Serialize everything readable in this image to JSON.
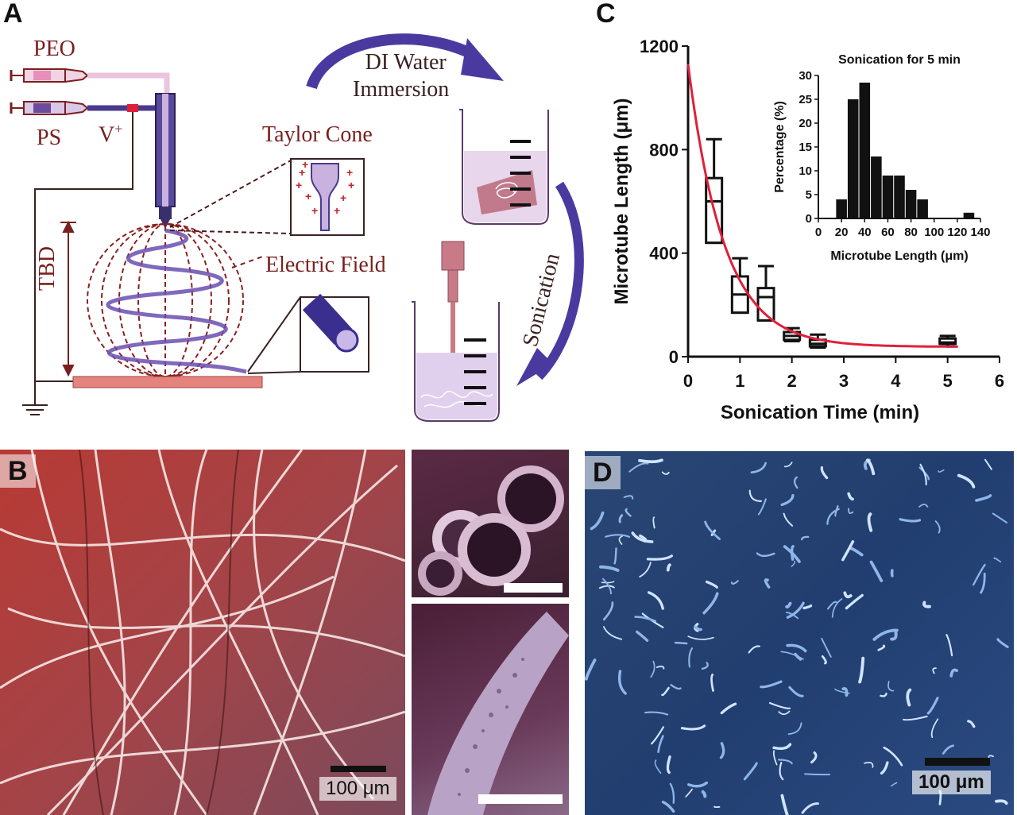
{
  "panels": {
    "a": {
      "letter": "A",
      "labels": {
        "peo": "PEO",
        "ps": "PS",
        "voltage": "V",
        "voltage_sup": "+",
        "taylor_cone": "Taylor Cone",
        "electric_field": "Electric Field",
        "tbd": "TBD",
        "di_water_line1": "DI Water",
        "di_water_line2": "Immersion",
        "sonication": "Sonication"
      }
    },
    "b": {
      "letter": "B",
      "scalebar_label": "100 μm"
    },
    "c": {
      "letter": "C"
    },
    "d": {
      "letter": "D",
      "scalebar_label": "100 μm"
    }
  },
  "colors": {
    "ps_purple": "#4a3a8e",
    "peo_pink": "#e8b9d6",
    "curve_red": "#e0203a",
    "dark_red": "#7a1f1f",
    "sem_red": "#b5403e",
    "dark_blue": "#1f3566"
  },
  "chart_data": [
    {
      "type": "box",
      "xlabel": "Sonication Time (min)",
      "ylabel": "Microtube Length (μm)",
      "xlim": [
        0,
        6
      ],
      "ylim": [
        0,
        1200
      ],
      "xticks": [
        0,
        1,
        2,
        3,
        4,
        5,
        6
      ],
      "yticks": [
        0,
        400,
        800,
        1200
      ],
      "boxes": [
        {
          "x": 0.5,
          "min": 440,
          "q1": 440,
          "median": 600,
          "q3": 690,
          "max": 840
        },
        {
          "x": 1.0,
          "min": 170,
          "q1": 170,
          "median": 240,
          "q3": 310,
          "max": 380
        },
        {
          "x": 1.5,
          "min": 140,
          "q1": 140,
          "median": 230,
          "q3": 265,
          "max": 350
        },
        {
          "x": 2.0,
          "min": 60,
          "q1": 65,
          "median": 80,
          "q3": 95,
          "max": 110
        },
        {
          "x": 2.5,
          "min": 35,
          "q1": 40,
          "median": 50,
          "q3": 65,
          "max": 85
        },
        {
          "x": 5.0,
          "min": 40,
          "q1": 50,
          "median": 55,
          "q3": 70,
          "max": 80
        }
      ],
      "fit_curve": {
        "type": "exponential decay",
        "y0": 1130,
        "plateau": 38,
        "k": 1.45
      },
      "grid": false
    },
    {
      "type": "bar",
      "title": "Sonication for 5 min",
      "xlabel": "Microtube Length (μm)",
      "ylabel": "Percentage (%)",
      "xlim": [
        0,
        140
      ],
      "ylim": [
        0,
        30
      ],
      "xticks": [
        0,
        20,
        40,
        60,
        80,
        100,
        120,
        140
      ],
      "xtick_labels": [
        "0",
        "20",
        "40",
        "60",
        "80",
        "100",
        "120",
        "140"
      ],
      "yticks": [
        0,
        5,
        10,
        15,
        20,
        25,
        30
      ],
      "bin_width": 10,
      "bins": [
        {
          "start": 15,
          "value": 4
        },
        {
          "start": 25,
          "value": 25
        },
        {
          "start": 35,
          "value": 28.5
        },
        {
          "start": 45,
          "value": 13
        },
        {
          "start": 55,
          "value": 9
        },
        {
          "start": 65,
          "value": 9
        },
        {
          "start": 75,
          "value": 6
        },
        {
          "start": 85,
          "value": 4
        },
        {
          "start": 125,
          "value": 1.2
        }
      ]
    }
  ]
}
